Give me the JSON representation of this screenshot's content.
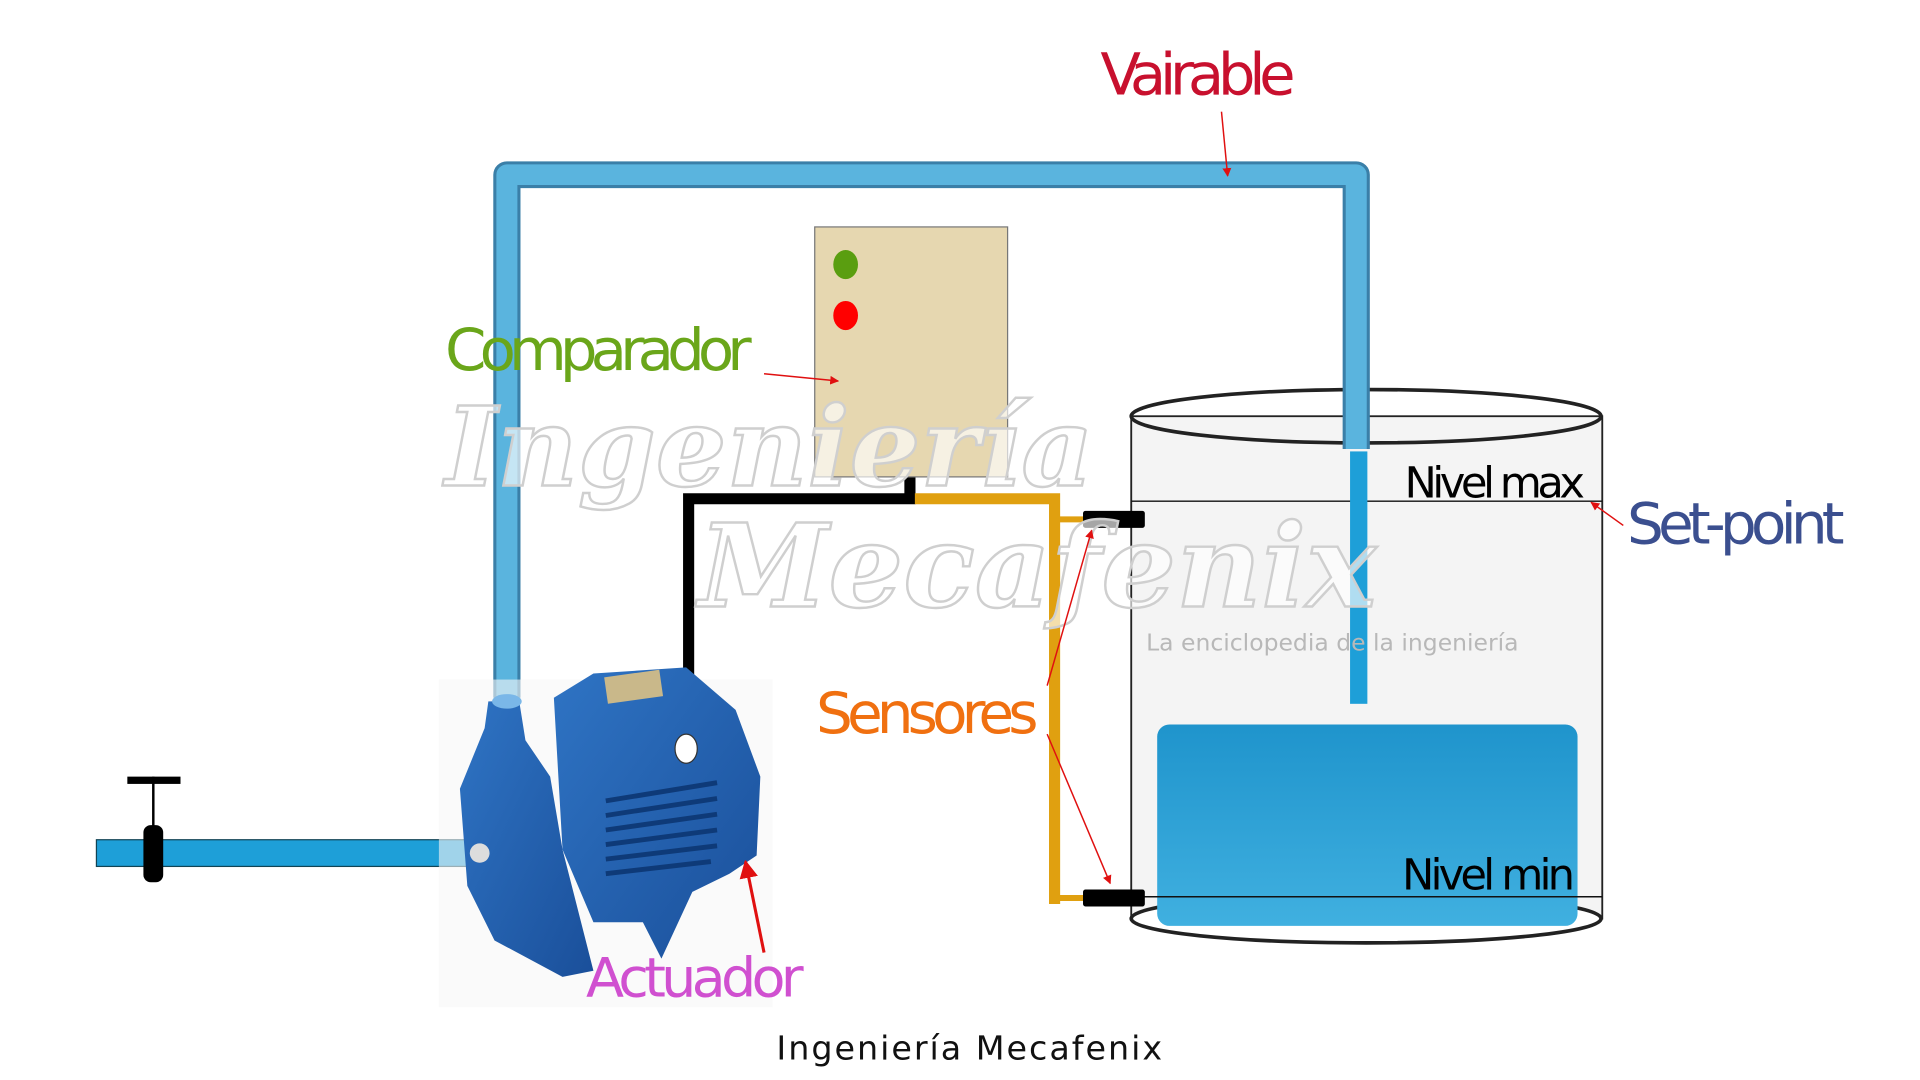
{
  "labels": {
    "variable": "Vairable",
    "comparator": "Comparador",
    "set_point": "Set-point",
    "sensors": "Sensores",
    "actuator": "Actuador",
    "level_max": "Nivel max",
    "level_min": "Nivel min"
  },
  "caption": "Ingeniería Mecafenix",
  "watermark": {
    "line1": "Ingeniería",
    "line2": "Mecafenix",
    "tagline": "La enciclopedia de la ingeniería"
  },
  "colors": {
    "variable": "#c8102e",
    "comparator": "#6aa61a",
    "set_point": "#3b4f8f",
    "sensors": "#f07010",
    "actuator": "#d050d0",
    "pipe": "#5ab4de",
    "water": "#2a9fd6",
    "controller": "#e6d7b0",
    "indicator_on": "#5a9e10",
    "indicator_off": "#ff0000",
    "signal_wire": "#e0a010"
  }
}
